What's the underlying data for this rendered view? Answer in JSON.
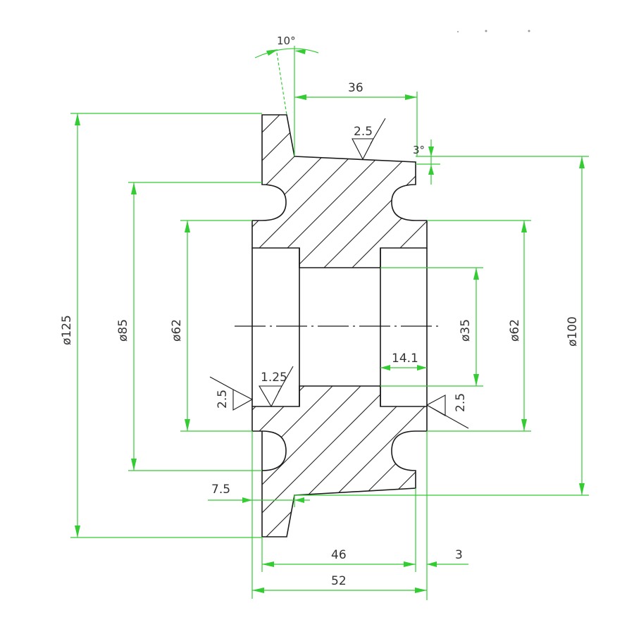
{
  "drawing": {
    "type": "technical-section-drawing",
    "subject": "pulley / sheave cross-section",
    "colors": {
      "outline": "#1a1a1a",
      "dimension_lines": "#33cc33",
      "text": "#333333",
      "background": "#ffffff"
    },
    "dimensions": {
      "angle_top_left": "10°",
      "angle_right": "3°",
      "width_top": "36",
      "dia_outer": "ø125",
      "dia_groove": "ø85",
      "dia_left_recess": "ø62",
      "dia_bore": "ø35",
      "dia_right_recess": "ø62",
      "dia_hub": "ø100",
      "recess_depth": "14.1",
      "offset_left": "7.5",
      "width_46": "46",
      "width_3": "3",
      "width_total": "52"
    },
    "surface_finish": {
      "top_face": "2.5",
      "bore": "1.25",
      "left_face": "2.5",
      "right_face": "2.5"
    }
  }
}
